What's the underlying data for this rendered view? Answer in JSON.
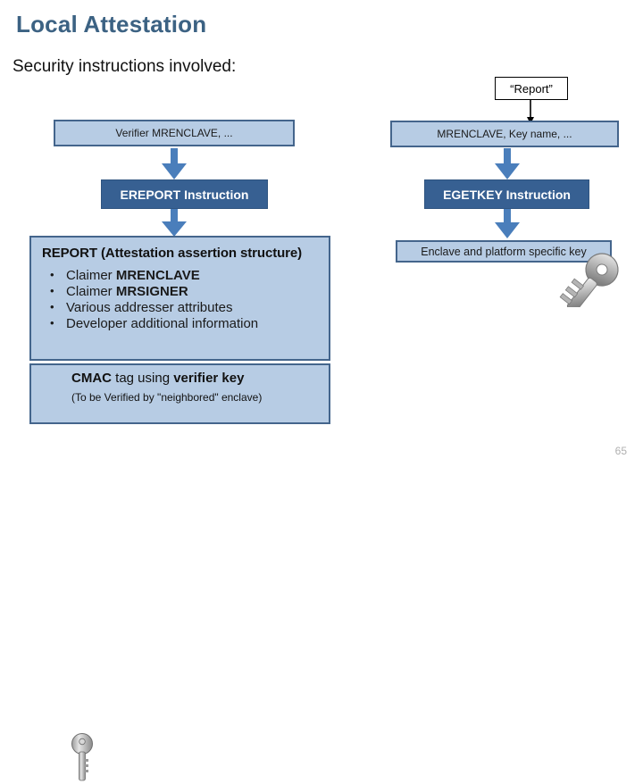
{
  "slide": {
    "title": "Local Attestation",
    "subtitle": "Security instructions involved:",
    "page_number": "65"
  },
  "colors": {
    "title_blue": "#3c6283",
    "box_light_fill": "#b7cce4",
    "box_border": "#44658c",
    "box_dark_fill": "#376092",
    "arrow_blue": "#4a7ebb",
    "key_silver": "#c8c8c8",
    "page_number_gray": "#b0b0b0"
  },
  "left_flow": {
    "input_box": "Verifier MRENCLAVE, ...",
    "instruction_box": "EREPORT Instruction",
    "report_structure": {
      "title": "REPORT (Attestation assertion structure)",
      "bullets": [
        {
          "prefix": "Claimer ",
          "strong": "MRENCLAVE",
          "suffix": ""
        },
        {
          "prefix": "Claimer ",
          "strong": "MRSIGNER",
          "suffix": ""
        },
        {
          "prefix": "Various addresser attributes",
          "strong": "",
          "suffix": ""
        },
        {
          "prefix": "Developer additional information",
          "strong": "",
          "suffix": ""
        }
      ]
    },
    "cmac": {
      "line1_strong_a": "CMAC",
      "line1_mid": " tag using ",
      "line1_strong_b": "verifier key",
      "line2": "(To be Verified by \"neighbored\" enclave)",
      "icon": "key-icon"
    },
    "arrows": [
      {
        "name": "arrow-verifier-to-ereport"
      },
      {
        "name": "arrow-ereport-to-report"
      }
    ]
  },
  "right_flow": {
    "report_label": "“Report”",
    "input_box": "MRENCLAVE, Key name, ...",
    "instruction_box": "EGETKEY Instruction",
    "output_box": "Enclave and platform specific key",
    "key_icon": "key-icon",
    "arrows": [
      {
        "name": "arrow-report-label-to-mrenclave"
      },
      {
        "name": "arrow-mrenclave-to-egetkey"
      },
      {
        "name": "arrow-egetkey-to-enclave-key"
      }
    ]
  }
}
